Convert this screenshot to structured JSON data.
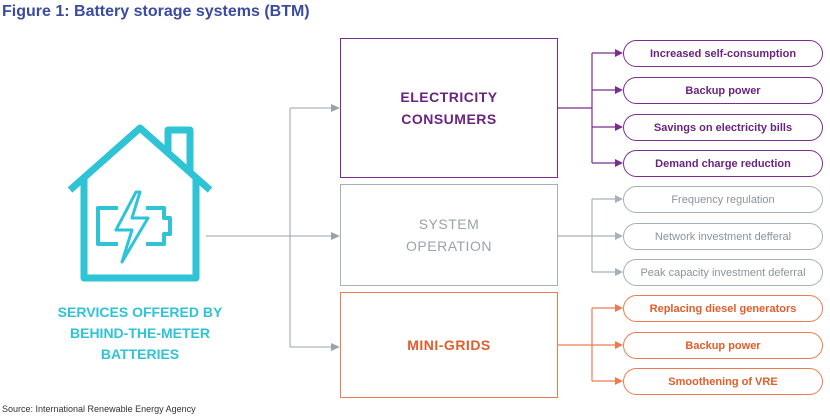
{
  "title": "Figure 1: Battery storage systems (BTM)",
  "source": "Source: International Renewable Energy Agency",
  "house_caption": [
    "SERVICES OFFERED BY",
    "BEHIND-THE-METER",
    "BATTERIES"
  ],
  "colors": {
    "title": "#3b4ba0",
    "house": "#2ec4d6",
    "consumers": "#7b2d8e",
    "system": "#a6b0b8",
    "minigrids": "#ee7a50",
    "connector": "#9aa3ab"
  },
  "categories": [
    {
      "id": "consumers",
      "label_lines": [
        "ELECTRICITY",
        "CONSUMERS"
      ],
      "services": [
        "Increased self-consumption",
        "Backup power",
        "Savings on electricity bills",
        "Demand charge reduction"
      ]
    },
    {
      "id": "system",
      "label_lines": [
        "SYSTEM",
        "OPERATION"
      ],
      "services": [
        "Frequency regulation",
        "Network investment defferal",
        "Peak capacity investment deferral"
      ]
    },
    {
      "id": "minigrids",
      "label_lines": [
        "MINI-GRIDS"
      ],
      "services": [
        "Replacing diesel generators",
        "Backup power",
        "Smoothening of VRE"
      ]
    }
  ]
}
